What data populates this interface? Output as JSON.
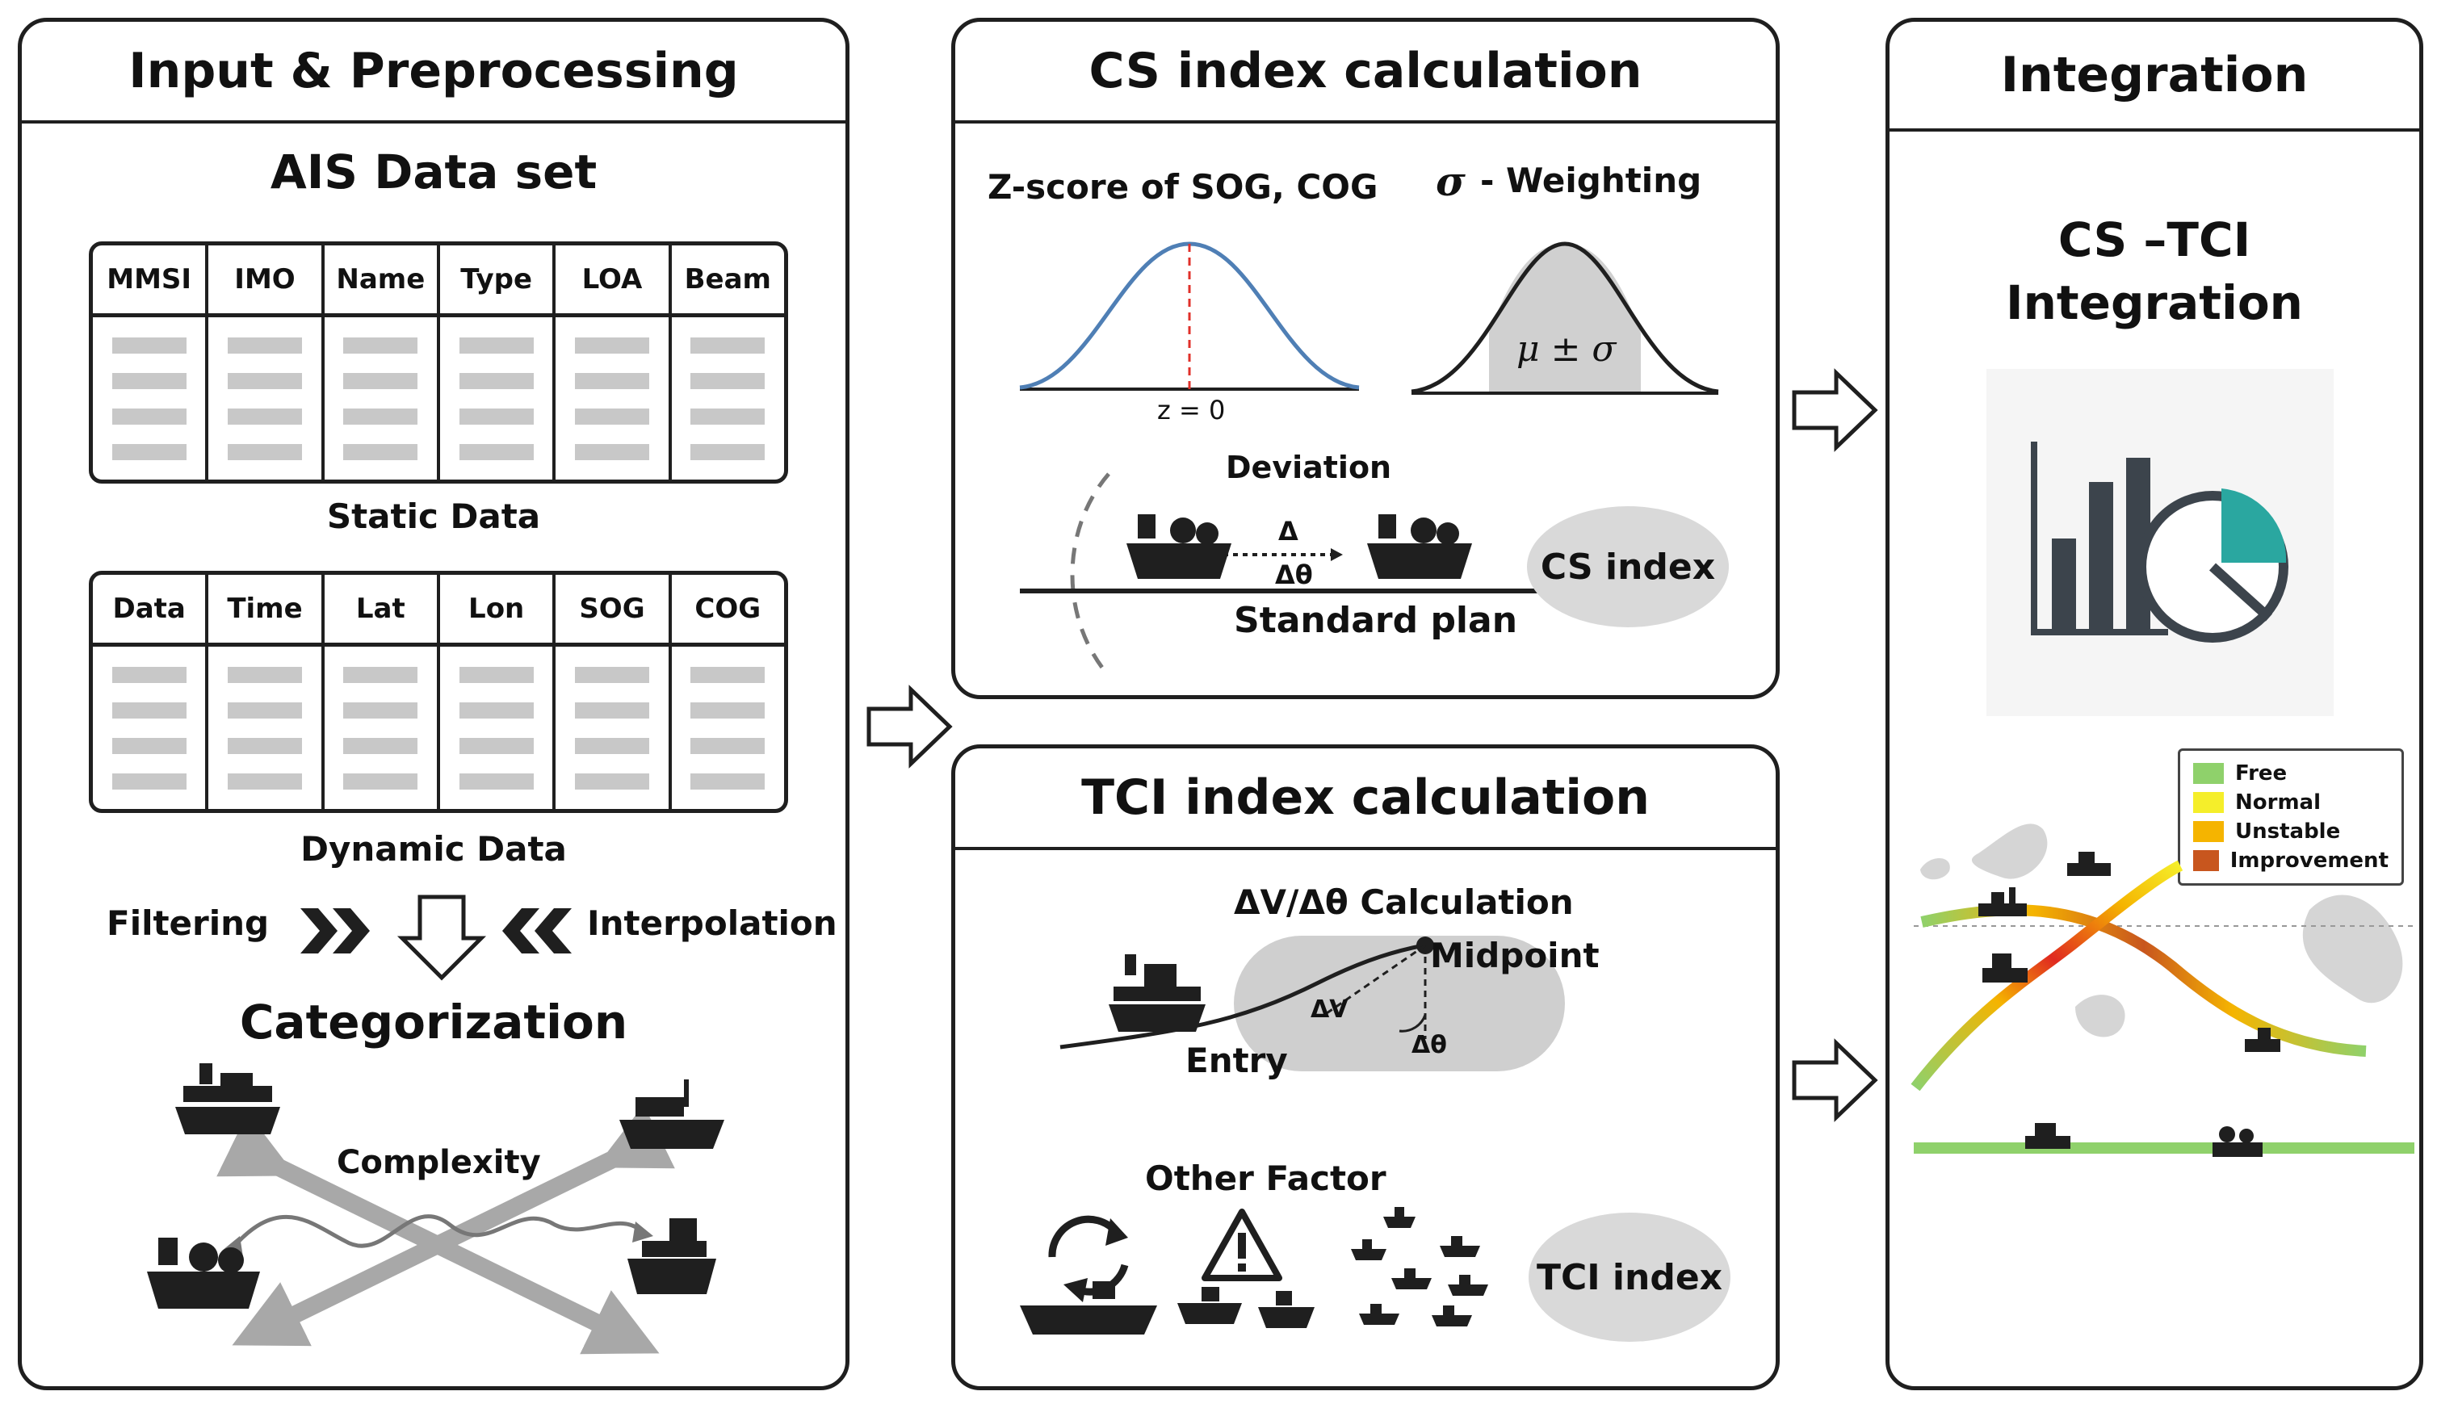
{
  "panels": {
    "input": {
      "title": "Input & Preprocessing",
      "dataset_title": "AIS Data set",
      "static_table": {
        "headers": [
          "MMSI",
          "IMO",
          "Name",
          "Type",
          "LOA",
          "Beam"
        ],
        "caption": "Static Data"
      },
      "dynamic_table": {
        "headers": [
          "Data",
          "Time",
          "Lat",
          "Lon",
          "SOG",
          "COG"
        ],
        "caption": "Dynamic Data"
      },
      "filtering": "Filtering",
      "interpolation": "Interpolation",
      "categorization": "Categorization",
      "complexity": "Complexity"
    },
    "cs": {
      "title": "CS index calculation",
      "zscore_label": "Z-score of SOG, COG",
      "z_label": "z = 0",
      "sigma_symbol": "σ",
      "weighting_label": "- Weighting",
      "mu_sigma": "μ ± σ",
      "deviation": "Deviation",
      "delta": "Δ",
      "delta_theta": "Δθ",
      "standard_plan": "Standard plan",
      "index_label": "CS index"
    },
    "tci": {
      "title": "TCI index calculation",
      "calc_label": "ΔV/Δθ Calculation",
      "midpoint": "Midpoint",
      "entry": "Entry",
      "dv": "ΔV",
      "dtheta": "Δθ",
      "other_factor": "Other Factor",
      "index_label": "TCI index"
    },
    "integration": {
      "title": "Integration",
      "subtitle_line1": "CS –TCI",
      "subtitle_line2": "Integration",
      "legend": [
        {
          "label": "Free",
          "color": "#8fd16b"
        },
        {
          "label": "Normal",
          "color": "#f5ee2a"
        },
        {
          "label": "Unstable",
          "color": "#f5b400"
        },
        {
          "label": "Improvement",
          "color": "#c8561e"
        }
      ]
    }
  },
  "colors": {
    "outline": "#1f1f1f",
    "placeholder_row": "#c8c8c8",
    "bell_curve": "#4f7fb5",
    "zero_line": "#e0302a",
    "chart_bar": "#3c444c",
    "chart_slice": "#2aa7a0",
    "ellipse": "#d9d9d9"
  },
  "icons": [
    "ship-icon",
    "rotate-icon",
    "warning-icon",
    "chart-icon",
    "arrow-right-icon"
  ]
}
